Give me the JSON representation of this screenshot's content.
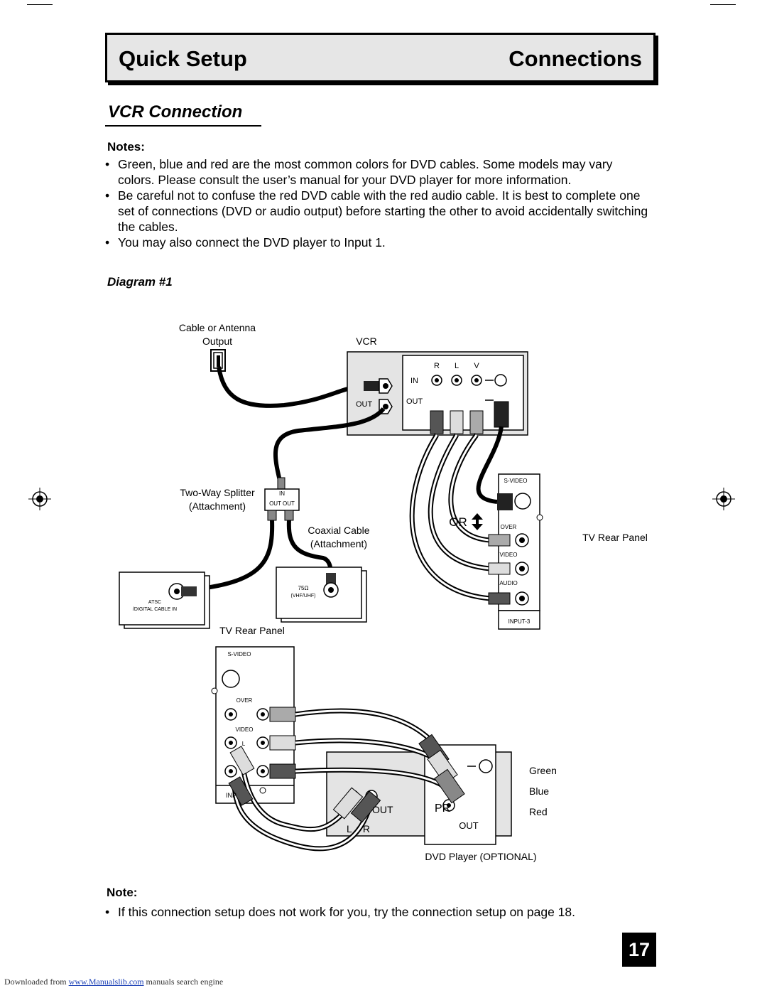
{
  "header": {
    "left_title": "Quick Setup",
    "right_title": "Connections"
  },
  "section_title": "VCR Connection",
  "notes_heading": "Notes:",
  "notes": [
    "Green, blue and red are the most common colors for DVD cables. Some models may vary colors. Please consult the user’s manual for your DVD player for more information.",
    "Be careful not to confuse the red DVD cable with the red audio cable. It is best to complete one set of connections (DVD or audio output) before starting the other to avoid accidentally switching the cables.",
    "You may also connect the DVD player to Input 1."
  ],
  "diagram_label": "Diagram #1",
  "diagram": {
    "antenna_line1": "Cable or Antenna",
    "antenna_line2": "Output",
    "vcr": "VCR",
    "vcr_r": "R",
    "vcr_l": "L",
    "vcr_v": "V",
    "vcr_in": "IN",
    "vcr_out": "OUT",
    "vcr_out_ant": "OUT",
    "splitter_line1": "Two-Way Splitter",
    "splitter_line2": "(Attachment)",
    "splitter_in": "IN",
    "splitter_out": "OUT OUT",
    "coax_line1": "Coaxial Cable",
    "coax_line2": "(Attachment)",
    "atsc_line1": "ATSC",
    "atsc_line2": "/DIGITAL CABLE IN",
    "vhf_line1": "75Ω",
    "vhf_line2": "(VHF/UHF)",
    "tv_rear_panel_left": "TV Rear Panel",
    "or": "OR",
    "svideo": "S-VIDEO",
    "over": "OVER",
    "video": "VIDEO",
    "audio": "AUDIO",
    "input3": "INPUT-3",
    "tv_rear_panel_right": "TV Rear Panel",
    "svideo2": "S-VIDEO",
    "over2": "OVER",
    "video2": "VIDEO",
    "l2": "L",
    "inp2": "INP",
    "dvd_out_audio": "OUT",
    "dvd_lr": "L    R",
    "dvd_pr": "PR",
    "dvd_out": "OUT",
    "green": "Green",
    "blue": "Blue",
    "red": "Red",
    "dvd_caption": "DVD Player (OPTIONAL)"
  },
  "note_heading": "Note:",
  "note_text": "If this connection setup does not work for you, try the connection setup on page 18.",
  "page_number": "17",
  "footer": {
    "prefix": "Downloaded from ",
    "link": "www.Manualslib.com",
    "suffix": " manuals search engine"
  }
}
